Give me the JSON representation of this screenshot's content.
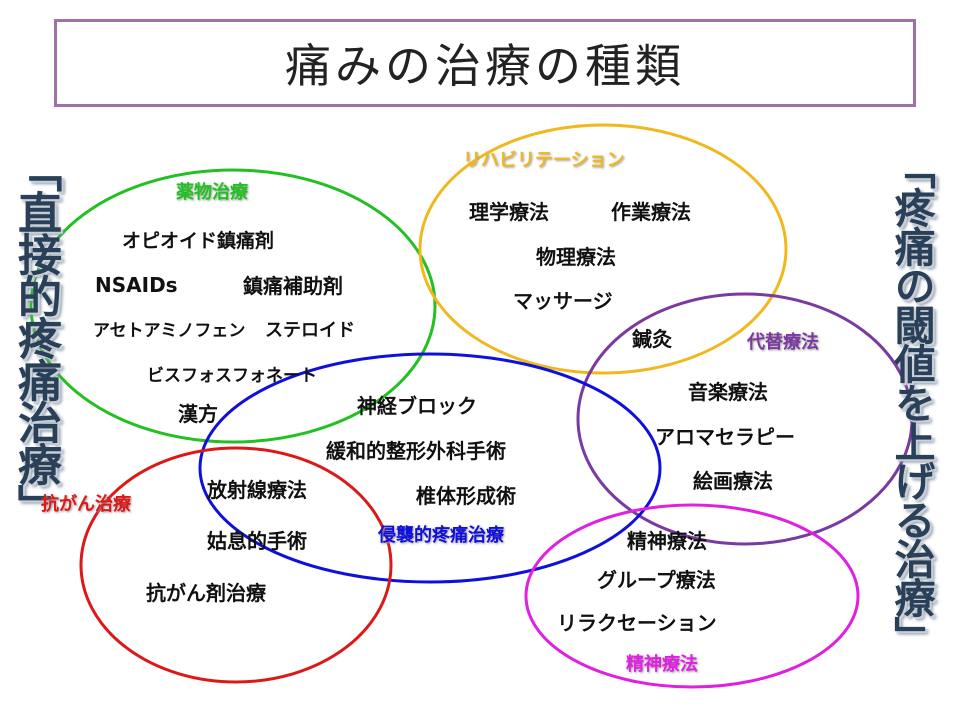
{
  "title": "痛みの治療の種類",
  "side_labels": {
    "left": "「直接的疼痛治療」",
    "right": "「疼痛の閾値を上げる治療」"
  },
  "colors": {
    "drug": "#22c022",
    "rehab": "#f0b81c",
    "alternative": "#7a3aa0",
    "invasive": "#1010dd",
    "anticancer": "#dd1818",
    "psych": "#e020e0",
    "title_border": "#a070a8",
    "side_text": "#2a4058"
  },
  "groups": {
    "drug": {
      "label": "薬物治療",
      "items": [
        "オピオイド鎮痛剤",
        "NSAIDs",
        "鎮痛補助剤",
        "アセトアミノフェン",
        "ステロイド",
        "ビスフォスフォネート",
        "漢方"
      ]
    },
    "rehab": {
      "label": "リハビリテーション",
      "items": [
        "理学療法",
        "作業療法",
        "物理療法",
        "マッサージ"
      ]
    },
    "alternative": {
      "label": "代替療法",
      "items": [
        "鍼灸",
        "音楽療法",
        "アロマセラピー",
        "絵画療法"
      ]
    },
    "invasive": {
      "label": "侵襲的疼痛治療",
      "items": [
        "神経ブロック",
        "緩和的整形外科手術",
        "椎体形成術"
      ]
    },
    "anticancer": {
      "label": "抗がん治療",
      "items": [
        "放射線療法",
        "姑息的手術",
        "抗がん剤治療"
      ]
    },
    "psych": {
      "label": "精神療法",
      "items": [
        "精神療法",
        "グループ療法",
        "リラクセーション"
      ]
    }
  }
}
